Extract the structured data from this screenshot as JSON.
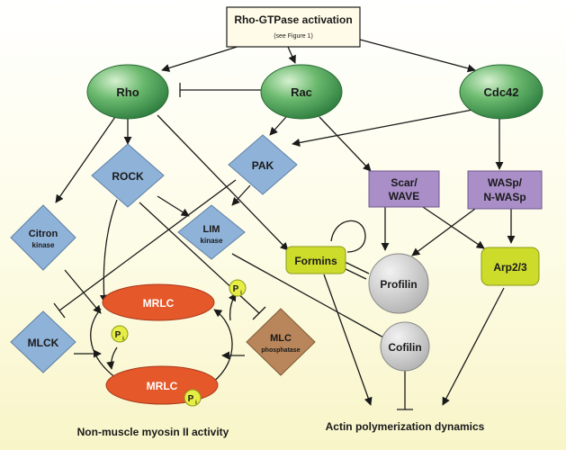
{
  "top_box": {
    "title": "Rho-GTPase activation",
    "subtitle": "(see Figure 1)"
  },
  "gtpases": {
    "rho": "Rho",
    "rac": "Rac",
    "cdc42": "Cdc42"
  },
  "kinases": {
    "rock": "ROCK",
    "pak": "PAK",
    "citron_line1": "Citron",
    "citron_line2": "kinase",
    "lim_line1": "LIM",
    "lim_line2": "kinase",
    "mlck": "MLCK"
  },
  "npfs": {
    "scar_line1": "Scar/",
    "scar_line2": "WAVE",
    "wasp_line1": "WASp/",
    "wasp_line2": "N-WASp"
  },
  "actin_regulators": {
    "formins": "Formins",
    "arp23": "Arp2/3"
  },
  "actin_binding": {
    "profilin": "Profilin",
    "cofilin": "Cofilin"
  },
  "myosin": {
    "mrlc_top": "MRLC",
    "mrlc_bottom": "MRLC",
    "phosphate": "P",
    "phosphate_sub": "i",
    "phosphatase_line1": "MLC",
    "phosphatase_line2": "phosphatase"
  },
  "outputs": {
    "myosin_activity": "Non-muscle myosin II activity",
    "actin_dynamics": "Actin polymerization dynamics"
  },
  "colors": {
    "gtpase_green": "#3f9a55",
    "kinase_blue": "#8fb2d8",
    "npf_purple": "#a98ec8",
    "formin_yellow": "#cddc2b",
    "profilin_grey": "#cfcfcf",
    "mrlc_orange": "#e5582a",
    "phosphatase_brown": "#b8865a",
    "phosphate_yellow": "#e6ee46"
  }
}
